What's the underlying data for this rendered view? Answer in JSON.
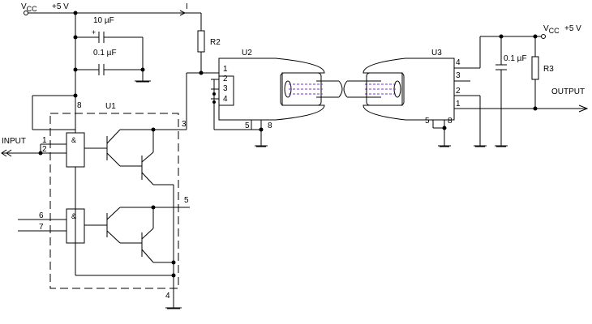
{
  "supply": {
    "vcc_main": "V",
    "vcc_main_sub": "CC",
    "vcc_main_value": "+5 V",
    "vcc_right": "V",
    "vcc_right_sub": "CC",
    "vcc_right_value": "+5 V",
    "current_label": "I"
  },
  "capacitors": {
    "c_bulk": "10 µF",
    "c_bulk_polarity": "+",
    "c_decouple_left": "0.1 µF",
    "c_decouple_right": "0.1 µF"
  },
  "resistors": {
    "r2": "R2",
    "r3": "R3"
  },
  "ic": {
    "u1": "U1",
    "u2": "U2",
    "u3": "U3"
  },
  "io": {
    "input": "INPUT",
    "output": "OUTPUT"
  },
  "gates": {
    "gate_symbol_top": "&",
    "gate_symbol_bottom": "&"
  },
  "pins": {
    "u1_pin1": "1",
    "u1_pin2": "2",
    "u1_pin3": "3",
    "u1_pin4": "4",
    "u1_pin5": "5",
    "u1_pin6": "6",
    "u1_pin7": "7",
    "u1_pin8": "8",
    "u2_pin1": "1",
    "u2_pin2": "2",
    "u2_pin3": "3",
    "u2_pin4": "4",
    "u2_pin5": "5",
    "u2_pin8": "8",
    "u3_pin1": "1",
    "u3_pin2": "2",
    "u3_pin3": "3",
    "u3_pin4": "4",
    "u3_pin5": "5",
    "u3_pin8": "8"
  }
}
